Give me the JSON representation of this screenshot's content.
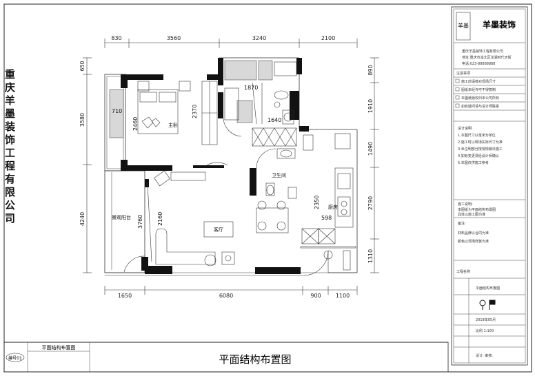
{
  "company_vertical": "重庆羊墨装饰工程有限公司",
  "drawing_title": "平面结构布置图",
  "title_strip_label": "平面结构布置图",
  "title_strip_small": "编号01",
  "dimensions": {
    "top": [
      "830",
      "3560",
      "3240",
      "2100"
    ],
    "bottom": [
      "1650",
      "6080",
      "900",
      "1100"
    ],
    "left": [
      "650",
      "3580",
      "4240"
    ],
    "right": [
      "890",
      "1910",
      "1490",
      "2790",
      "1310"
    ]
  },
  "rooms": {
    "master_bedroom": "主卧",
    "bathroom": "卫生间",
    "living_room": "客厅",
    "kitchen": "厨房",
    "balcony": "景观阳台"
  },
  "inner_dims": [
    "710",
    "2460",
    "2370",
    "1870",
    "1640",
    "2160",
    "3760",
    "2350",
    "598"
  ],
  "title_block": {
    "logo_seal": "羊墨",
    "logo_text": "羊墨装饰",
    "address_lines": [
      "重庆羊墨装饰工程有限公司",
      "地址:重庆市渝北区龙湖时代天街",
      "电话:023-88888888"
    ],
    "notes_title": "注意事项",
    "checks": [
      "施工前请核对现场尺寸",
      "图纸未经许可不得复制",
      "本图纸版权归本公司所有",
      "如有疑问请与设计师联系"
    ],
    "notes_lines": [
      "设计说明:",
      "1.本图尺寸以毫米为单位",
      "2.施工时以现场实际尺寸为准",
      "3.未注明部分按常规做法施工",
      "4.如有变更须经设计师确认",
      "5.本图仅供施工参考"
    ],
    "spec_lines": [
      "施工说明:",
      "本图纸为平面结构布置图",
      "具体以施工图为准"
    ],
    "misc_lines": [
      "备注:",
      "材料品牌以合同为准",
      "颜色以现场样板为准"
    ],
    "project_label": "工程名称",
    "drawing_name": "平面结构布置图",
    "date_row": "2018年05月",
    "scale_row": "比例 1:100",
    "footer": "设计: 审核:"
  }
}
